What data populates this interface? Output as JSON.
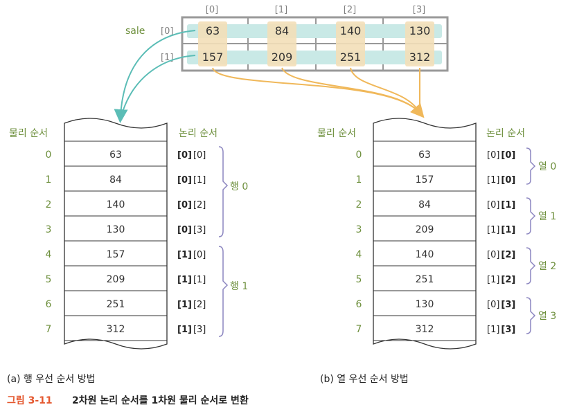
{
  "source_array": {
    "name": "sale",
    "col_indices": [
      "[0]",
      "[1]",
      "[2]",
      "[3]"
    ],
    "row_indices": [
      "[0]",
      "[1]"
    ],
    "rows": [
      [
        63,
        84,
        140,
        130
      ],
      [
        157,
        209,
        251,
        312
      ]
    ]
  },
  "header_physical": "물리 순서",
  "header_logical": "논리 순서",
  "physical_indices": [
    "0",
    "1",
    "2",
    "3",
    "4",
    "5",
    "6",
    "7"
  ],
  "row_major": {
    "values": [
      63,
      84,
      140,
      130,
      157,
      209,
      251,
      312
    ],
    "logical": [
      [
        "[0]",
        "[0]"
      ],
      [
        "[0]",
        "[1]"
      ],
      [
        "[0]",
        "[2]"
      ],
      [
        "[0]",
        "[3]"
      ],
      [
        "[1]",
        "[0]"
      ],
      [
        "[1]",
        "[1]"
      ],
      [
        "[1]",
        "[2]"
      ],
      [
        "[1]",
        "[3]"
      ]
    ],
    "groups": [
      "행 0",
      "행 1"
    ],
    "caption": "(a) 행 우선 순서 방법"
  },
  "col_major": {
    "values": [
      63,
      157,
      84,
      209,
      140,
      251,
      130,
      312
    ],
    "logical": [
      [
        "[0]",
        "[0]"
      ],
      [
        "[1]",
        "[0]"
      ],
      [
        "[0]",
        "[1]"
      ],
      [
        "[1]",
        "[1]"
      ],
      [
        "[0]",
        "[2]"
      ],
      [
        "[1]",
        "[2]"
      ],
      [
        "[0]",
        "[3]"
      ],
      [
        "[1]",
        "[3]"
      ]
    ],
    "groups": [
      "열 0",
      "열 1",
      "열 2",
      "열 3"
    ],
    "caption": "(b) 열 우선 순서 방법"
  },
  "figure_label": "그림 3-11",
  "figure_title": "2차원 논리 순서를 1차원 물리 순서로 변환",
  "colors": {
    "teal": "#5bbdb6",
    "orange": "#f0b85a",
    "teal_band": "#c9e9e6",
    "orange_band": "#f3dfb8",
    "green_text": "#6d8f3c",
    "bracket": "#8c86c0",
    "caption_red": "#e4572e"
  }
}
